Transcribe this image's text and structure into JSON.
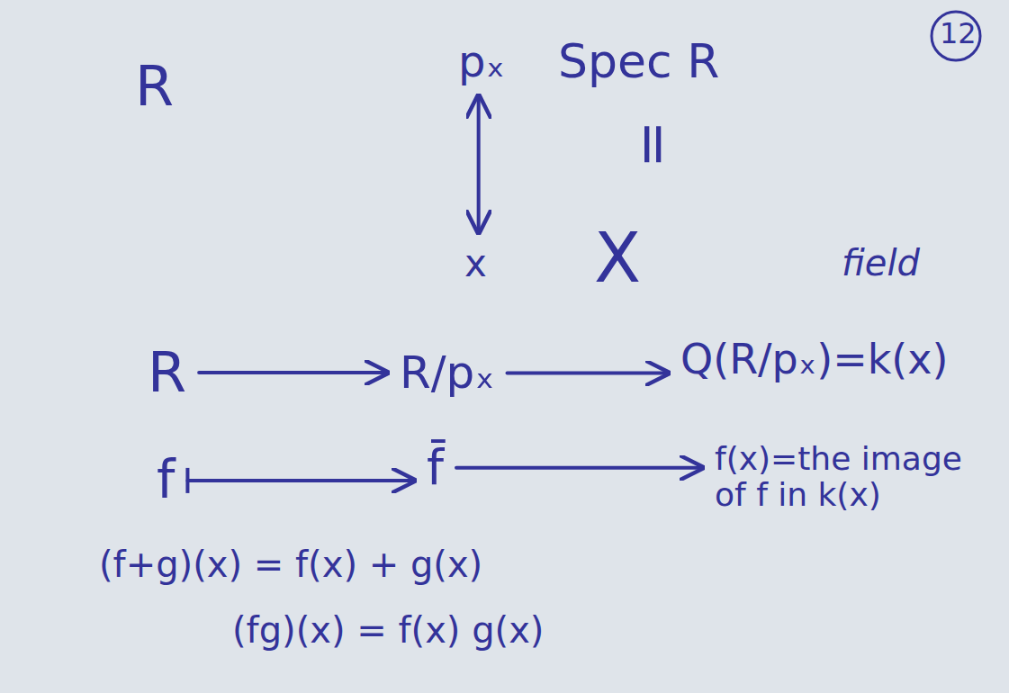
{
  "diagram": {
    "nodes": [
      {
        "text": [
          "pₓ"
        ]
      },
      {
        "text": [
          "x"
        ]
      },
      {
        "text": [
          "R"
        ]
      },
      {
        "text": [
          "R/pₓ"
        ]
      },
      {
        "text": [
          "Q(R/pₓ)=k(x)"
        ]
      },
      {
        "text": [
          "f"
        ]
      },
      {
        "text": [
          "f̄"
        ]
      },
      {
        "text": [
          "f(x)=the image of f in k(x)"
        ]
      }
    ],
    "edges": [
      {
        "from": 0,
        "to": 1,
        "arrow": "both"
      },
      {
        "from": 2,
        "to": 3,
        "arrow": "to"
      },
      {
        "from": 3,
        "to": 4,
        "arrow": "to"
      },
      {
        "from": 5,
        "to": 6,
        "arrow": "to"
      },
      {
        "from": 6,
        "to": 7,
        "arrow": "to"
      }
    ],
    "labels": [
      "R",
      "Spec R",
      "=",
      "X",
      "field",
      "12",
      "(f+g)(x) = f(x) + g(x)",
      "(fg)(x) = f(x) g(x)"
    ]
  }
}
